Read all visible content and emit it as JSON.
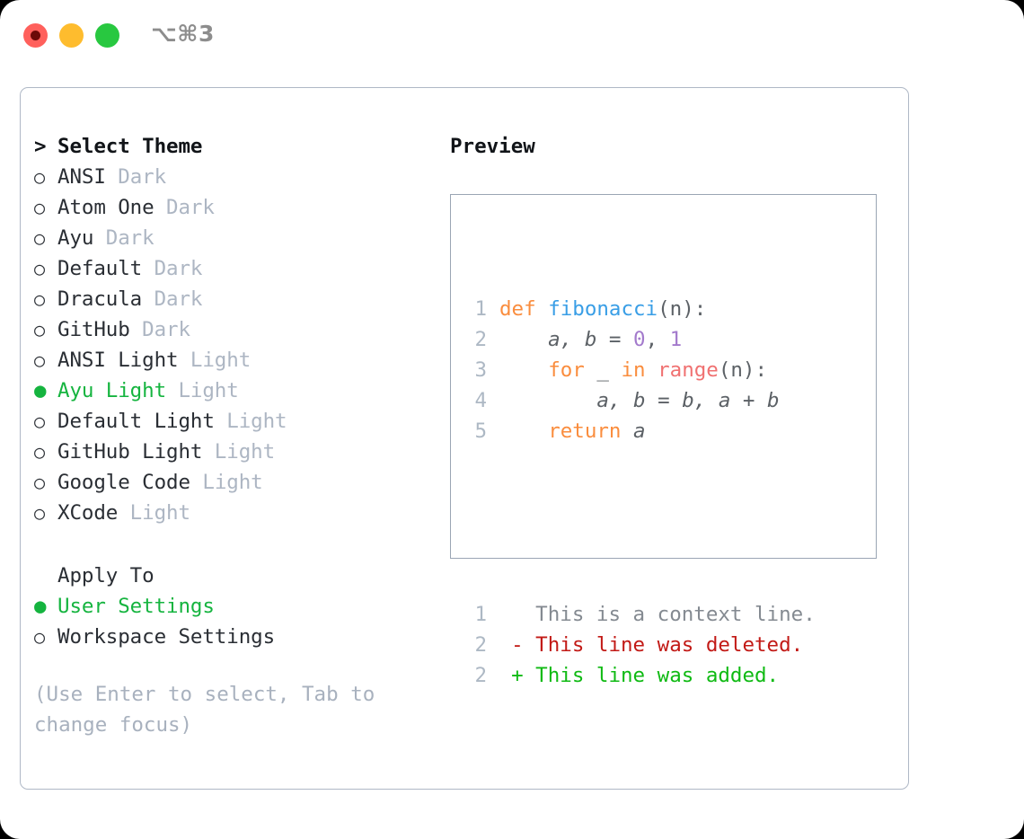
{
  "window": {
    "traffic_lights": [
      "close-red",
      "minimize-yellow",
      "zoom-green"
    ],
    "shortcut_label": "⌥⌘3"
  },
  "colors": {
    "selected_green": "#15B43F",
    "muted_tag": "#ADB6C3",
    "hint": "#A8B1BE",
    "panel_border": "#AFB8C6",
    "preview_border": "#9AA5B4",
    "syntax_keyword": "#FA8D3E",
    "syntax_function": "#399EE6",
    "syntax_number": "#A37ACC",
    "syntax_builtin": "#F07171",
    "syntax_variable": "#5C6166",
    "line_number": "#ADB8C4",
    "diff_context": "#848A91",
    "diff_deleted": "#C21A16",
    "diff_added": "#0FBA13"
  },
  "theme_list": {
    "header_marker": ">",
    "header_label": "Select Theme",
    "marker_selected": "●",
    "marker_unselected": "○",
    "items": [
      {
        "name": "ANSI",
        "tag": "Dark",
        "selected": false
      },
      {
        "name": "Atom One",
        "tag": "Dark",
        "selected": false
      },
      {
        "name": "Ayu",
        "tag": "Dark",
        "selected": false
      },
      {
        "name": "Default",
        "tag": "Dark",
        "selected": false
      },
      {
        "name": "Dracula",
        "tag": "Dark",
        "selected": false
      },
      {
        "name": "GitHub",
        "tag": "Dark",
        "selected": false
      },
      {
        "name": "ANSI Light",
        "tag": "Light",
        "selected": false
      },
      {
        "name": "Ayu Light",
        "tag": "Light",
        "selected": true
      },
      {
        "name": "Default Light",
        "tag": "Light",
        "selected": false
      },
      {
        "name": "GitHub Light",
        "tag": "Light",
        "selected": false
      },
      {
        "name": "Google Code",
        "tag": "Light",
        "selected": false
      },
      {
        "name": "XCode",
        "tag": "Light",
        "selected": false
      }
    ]
  },
  "apply_to": {
    "header_label": "Apply To",
    "items": [
      {
        "name": "User Settings",
        "selected": true
      },
      {
        "name": "Workspace Settings",
        "selected": false
      }
    ]
  },
  "hint": "(Use Enter to select, Tab to change focus)",
  "preview": {
    "title": "Preview",
    "code_lines": [
      {
        "n": "1",
        "tokens": [
          {
            "t": "def ",
            "c": "kw"
          },
          {
            "t": "fibonacci",
            "c": "fn"
          },
          {
            "t": "(n):",
            "c": "pun"
          }
        ]
      },
      {
        "n": "2",
        "tokens": [
          {
            "t": "    a, b = ",
            "c": "var"
          },
          {
            "t": "0",
            "c": "num"
          },
          {
            "t": ", ",
            "c": "pun"
          },
          {
            "t": "1",
            "c": "num"
          }
        ]
      },
      {
        "n": "3",
        "tokens": [
          {
            "t": "    ",
            "c": "pun"
          },
          {
            "t": "for",
            "c": "kw"
          },
          {
            "t": " _ ",
            "c": "var"
          },
          {
            "t": "in",
            "c": "kw"
          },
          {
            "t": " ",
            "c": "pun"
          },
          {
            "t": "range",
            "c": "bif"
          },
          {
            "t": "(n):",
            "c": "pun"
          }
        ]
      },
      {
        "n": "4",
        "tokens": [
          {
            "t": "        a, b = b, a + b",
            "c": "var"
          }
        ]
      },
      {
        "n": "5",
        "tokens": [
          {
            "t": "    ",
            "c": "pun"
          },
          {
            "t": "return",
            "c": "kw"
          },
          {
            "t": " a",
            "c": "var"
          }
        ]
      }
    ],
    "diff_lines": [
      {
        "n": "1",
        "sign": " ",
        "text": "This is a context line.",
        "kind": "ctx"
      },
      {
        "n": "2",
        "sign": "-",
        "text": "This line was deleted.",
        "kind": "del"
      },
      {
        "n": "2",
        "sign": "+",
        "text": "This line was added.",
        "kind": "add"
      }
    ]
  }
}
